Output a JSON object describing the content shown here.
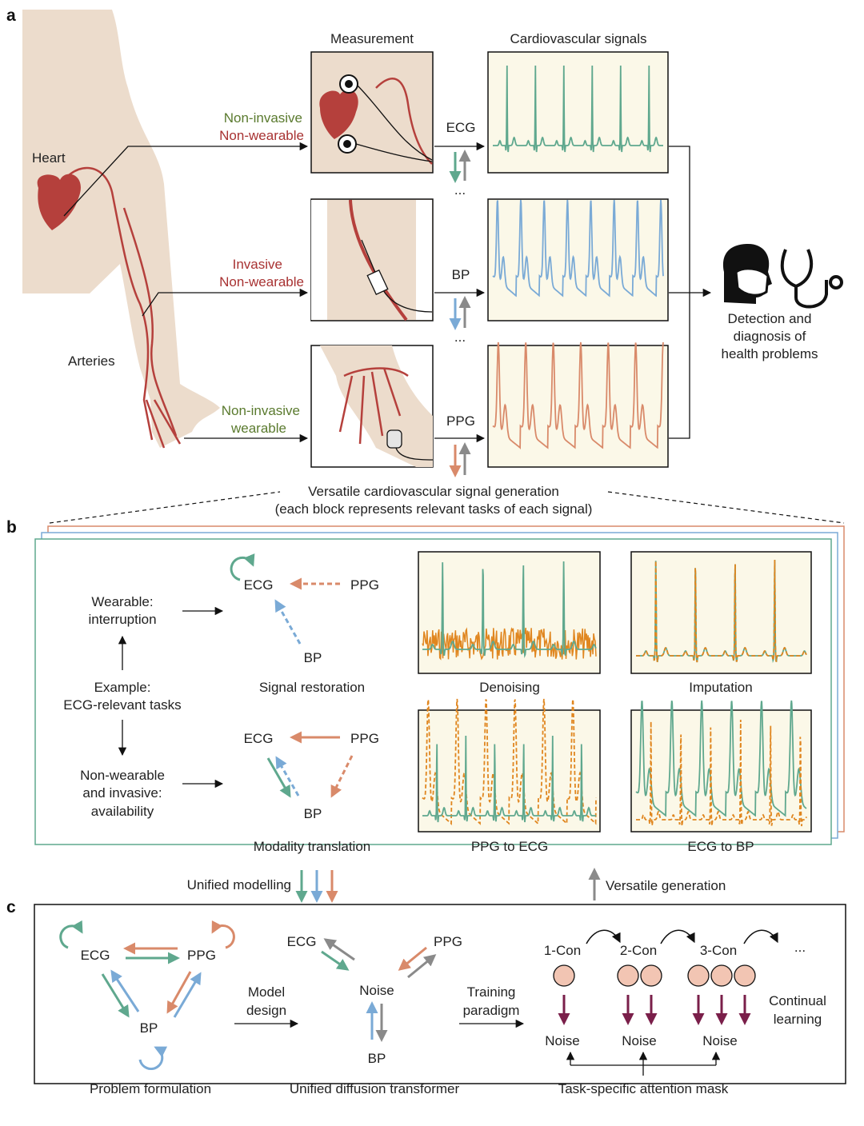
{
  "panels": {
    "a": "a",
    "b": "b",
    "c": "c"
  },
  "panel_a": {
    "measurement_header": "Measurement",
    "signals_header": "Cardiovascular signals",
    "heart_label": "Heart",
    "arteries_label": "Arteries",
    "route1_line1": "Non-invasive",
    "route1_line2": "Non-wearable",
    "route2_line1": "Invasive",
    "route2_line2": "Non-wearable",
    "route3_line1": "Non-invasive",
    "route3_line2": "wearable",
    "signal1": "ECG",
    "signal2": "BP",
    "signal3": "PPG",
    "ellipsis": "...",
    "outcome_line1": "Detection and",
    "outcome_line2": "diagnosis of",
    "outcome_line3": "health problems"
  },
  "divider": {
    "line1": "Versatile cardiovascular signal generation",
    "line2": "(each block represents relevant tasks of each signal)"
  },
  "panel_b": {
    "wearable_line1": "Wearable:",
    "wearable_line2": "interruption",
    "example_line1": "Example:",
    "example_line2": "ECG-relevant tasks",
    "nonwear_line1": "Non-wearable",
    "nonwear_line2": "and invasive:",
    "nonwear_line3": "availability",
    "ecg": "ECG",
    "ppg": "PPG",
    "bp": "BP",
    "restoration_title": "Signal restoration",
    "translation_title": "Modality translation",
    "plot1_caption": "Denoising",
    "plot2_caption": "Imputation",
    "plot3_caption": "PPG to ECG",
    "plot4_caption": "ECG to BP"
  },
  "links": {
    "unified_modelling": "Unified modelling",
    "versatile_generation": "Versatile generation"
  },
  "panel_c": {
    "ecg": "ECG",
    "ppg": "PPG",
    "bp": "BP",
    "noise": "Noise",
    "problem_formulation": "Problem formulation",
    "model_design_line1": "Model",
    "model_design_line2": "design",
    "unified_transformer": "Unified diffusion transformer",
    "training_line1": "Training",
    "training_line2": "paradigm",
    "con1": "1-Con",
    "con2": "2-Con",
    "con3": "3-Con",
    "ellipsis": "...",
    "continual_line1": "Continual",
    "continual_line2": "learning",
    "attention_mask": "Task-specific attention mask"
  },
  "colors": {
    "ecg": "#5fa88e",
    "bp": "#7aaad6",
    "ppg": "#d98a6a",
    "artery": "#b5403c",
    "skin": "#ecdccc",
    "plot_bg": "#fbf8e8",
    "orange_dash": "#e0861f",
    "dark_arrow": "#7a1f4a",
    "nodes": "#f2c5b3"
  }
}
